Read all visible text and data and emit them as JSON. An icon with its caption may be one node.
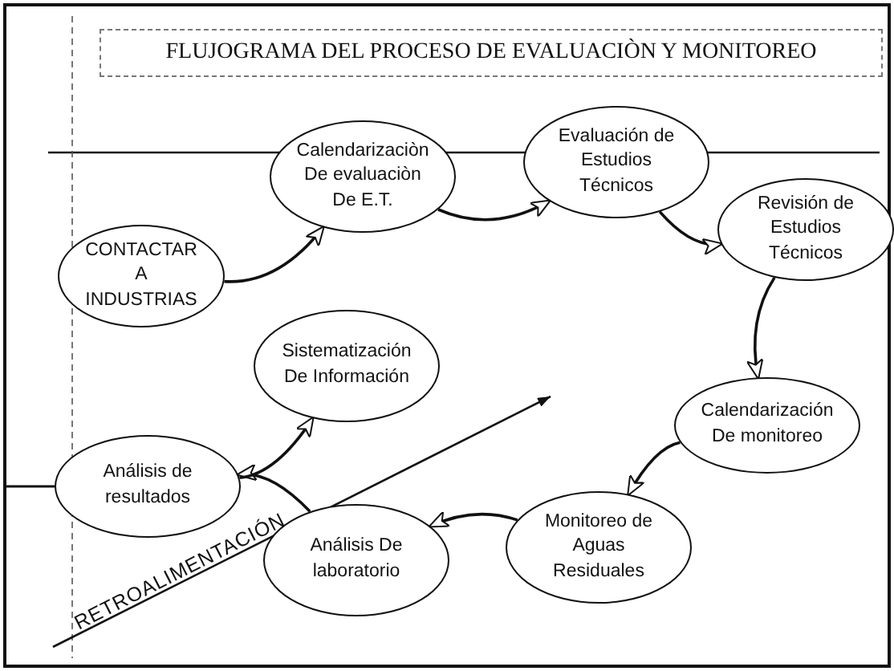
{
  "diagram": {
    "title": "FLUJOGRAMA DEL PROCESO DE EVALUACIÒN Y MONITOREO",
    "nodes": [
      {
        "text": [
          "CONTACTAR A INDUSTRIAS"
        ]
      },
      {
        "text": [
          "Calendarizaciòn De evaluaciòn De E.T."
        ]
      },
      {
        "text": [
          "Evaluación de Estudios Técnicos"
        ]
      },
      {
        "text": [
          "Revisión de Estudios Técnicos"
        ]
      },
      {
        "text": [
          "Calendarización De monitoreo"
        ]
      },
      {
        "text": [
          "Monitoreo de Aguas Residuales"
        ]
      },
      {
        "text": [
          "Análisis De laboratorio"
        ]
      },
      {
        "text": [
          "Análisis de resultados"
        ]
      },
      {
        "text": [
          "Sistematización De Información"
        ]
      }
    ],
    "edges": [
      {
        "from": 0,
        "to": 1,
        "arrow": "to"
      },
      {
        "from": 1,
        "to": 2,
        "arrow": "to"
      },
      {
        "from": 2,
        "to": 3,
        "arrow": "to"
      },
      {
        "from": 3,
        "to": 4,
        "arrow": "to"
      },
      {
        "from": 4,
        "to": 5,
        "arrow": "to"
      },
      {
        "from": 5,
        "to": 6,
        "arrow": "to"
      },
      {
        "from": 6,
        "to": 7,
        "arrow": "to"
      },
      {
        "from": 7,
        "to": 8,
        "arrow": "to"
      }
    ],
    "labels": [
      "RETROALIMENTACIÓN"
    ]
  }
}
